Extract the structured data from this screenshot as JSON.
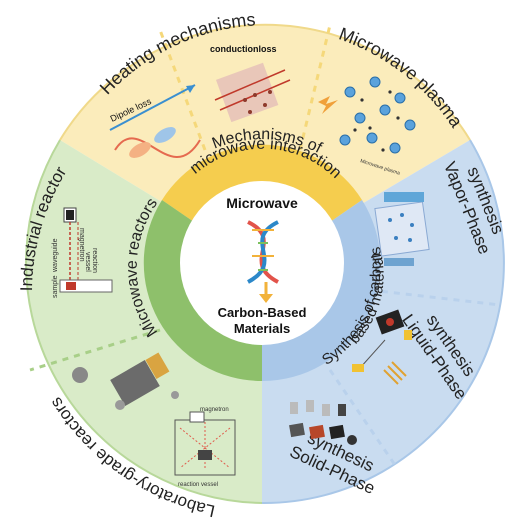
{
  "center": {
    "title": "Microwave",
    "subtitle_line1": "Carbon-Based",
    "subtitle_line2": "Materials"
  },
  "ring": {
    "mechanisms": "Mechanisms of microwave interaction",
    "mechanisms_line1": "Mechanisms of",
    "mechanisms_line2": "microwave interaction",
    "reactors": "Microwave reactors",
    "synthesis_line1": "Synthesis of carbon",
    "synthesis_line2": "based materials"
  },
  "outer": {
    "heating": "Heating mechanisms",
    "plasma": "Microwave plasma",
    "vapor_line1": "Vapor-Phase",
    "vapor_line2": "synthesis",
    "liquid_line1": "Liquid-Phase",
    "liquid_line2": "synthesis",
    "solid_line1": "Solid-Phase",
    "solid_line2": "synthesis",
    "lab": "Laboratory-grade reactors",
    "industrial": "Industrial reactor"
  },
  "labels": {
    "dipole_loss": "Dipole loss",
    "conduction_loss": "conductionloss",
    "microwave_plasma_small": "Microwave plasma",
    "magnetron": "magnetron",
    "waveguide": "waveguide",
    "reaction_vessel_1": "reaction",
    "reaction_vessel_2": "vessel",
    "sample": "sample",
    "lab_magnetron": "magnetron",
    "lab_reaction_vessel": "reaction vessel"
  },
  "colors": {
    "yellow_sector": "#fbecbb",
    "blue_sector": "#c9dcf0",
    "green_sector": "#d9ebc8",
    "yellow_band": "#f5cd4e",
    "blue_band": "#a9c7e8",
    "green_band": "#8ec06b",
    "divider": "#c9d8a0"
  }
}
